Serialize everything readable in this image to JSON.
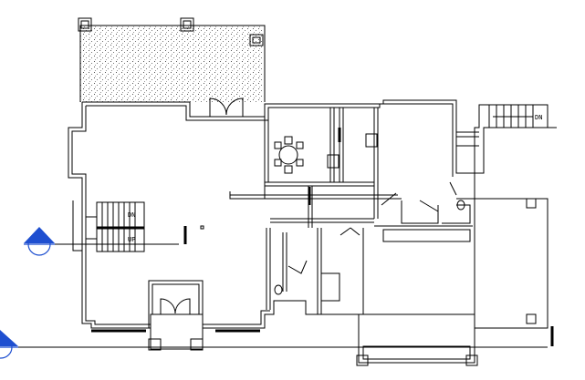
{
  "view": {
    "type": "floor-plan"
  },
  "stairs": [
    {
      "label": "DN"
    },
    {
      "label": "UP"
    },
    {
      "label": "DN"
    }
  ],
  "elevation_markers": [
    {
      "label": "-"
    },
    {
      "label": "-"
    }
  ],
  "colors": {
    "lines": "#000000",
    "annotation": "#1e4fd0",
    "background": "#ffffff"
  }
}
